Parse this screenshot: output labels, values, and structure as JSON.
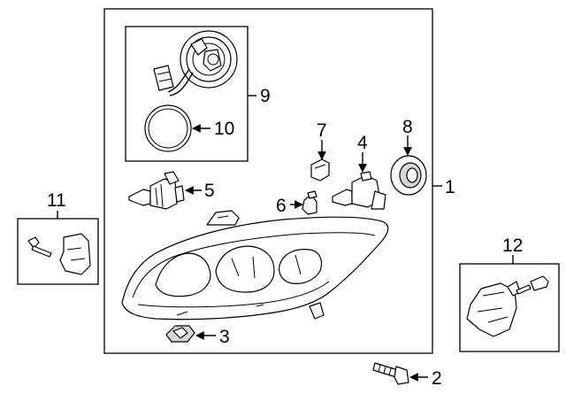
{
  "callouts": {
    "c1": "1",
    "c2": "2",
    "c3": "3",
    "c4": "4",
    "c5": "5",
    "c6": "6",
    "c7": "7",
    "c8": "8",
    "c9": "9",
    "c10": "10",
    "c11": "11",
    "c12": "12"
  },
  "colors": {
    "line": "#000000",
    "background": "#ffffff",
    "shade": "#d6d6d6"
  }
}
